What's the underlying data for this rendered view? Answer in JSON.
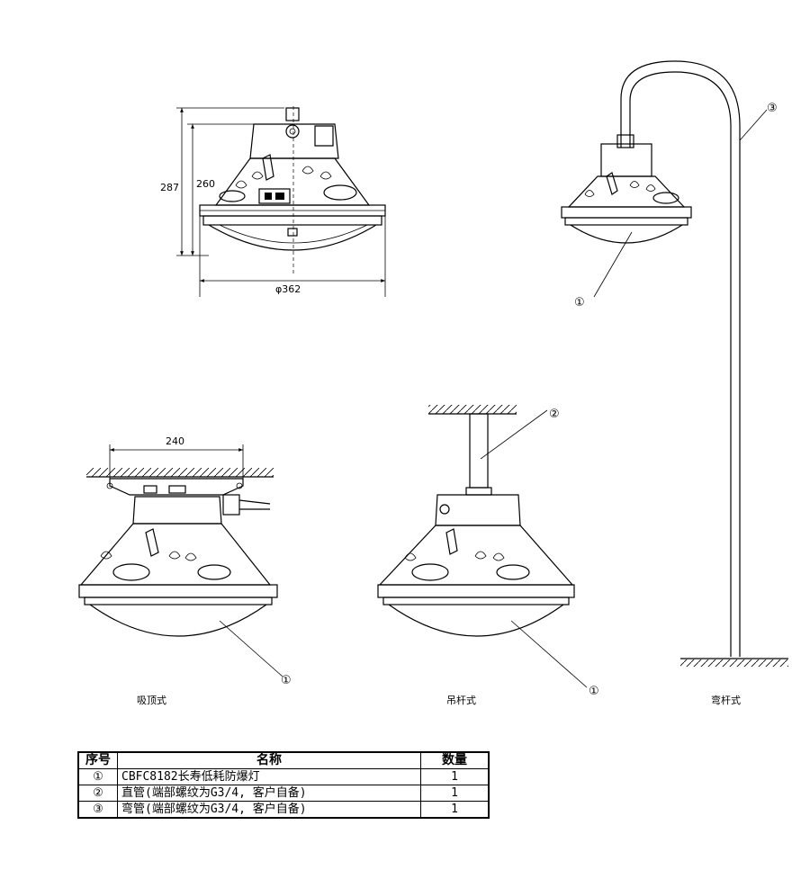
{
  "dimensions": {
    "height_total": "287",
    "height_body": "260",
    "diameter": "φ362",
    "mount_width": "240"
  },
  "views": {
    "ceiling": "吸顶式",
    "pendant": "吊杆式",
    "bent_pole": "弯杆式"
  },
  "callouts": {
    "one": "①",
    "two": "②",
    "three": "③"
  },
  "table": {
    "headers": {
      "no": "序号",
      "name": "名称",
      "qty": "数量"
    },
    "rows": [
      {
        "no": "①",
        "name": "CBFC8182长寿低耗防爆灯",
        "qty": "1"
      },
      {
        "no": "②",
        "name": "直管(端部螺纹为G3/4, 客户自备)",
        "qty": "1"
      },
      {
        "no": "③",
        "name": "弯管(端部螺纹为G3/4, 客户自备)",
        "qty": "1"
      }
    ]
  }
}
